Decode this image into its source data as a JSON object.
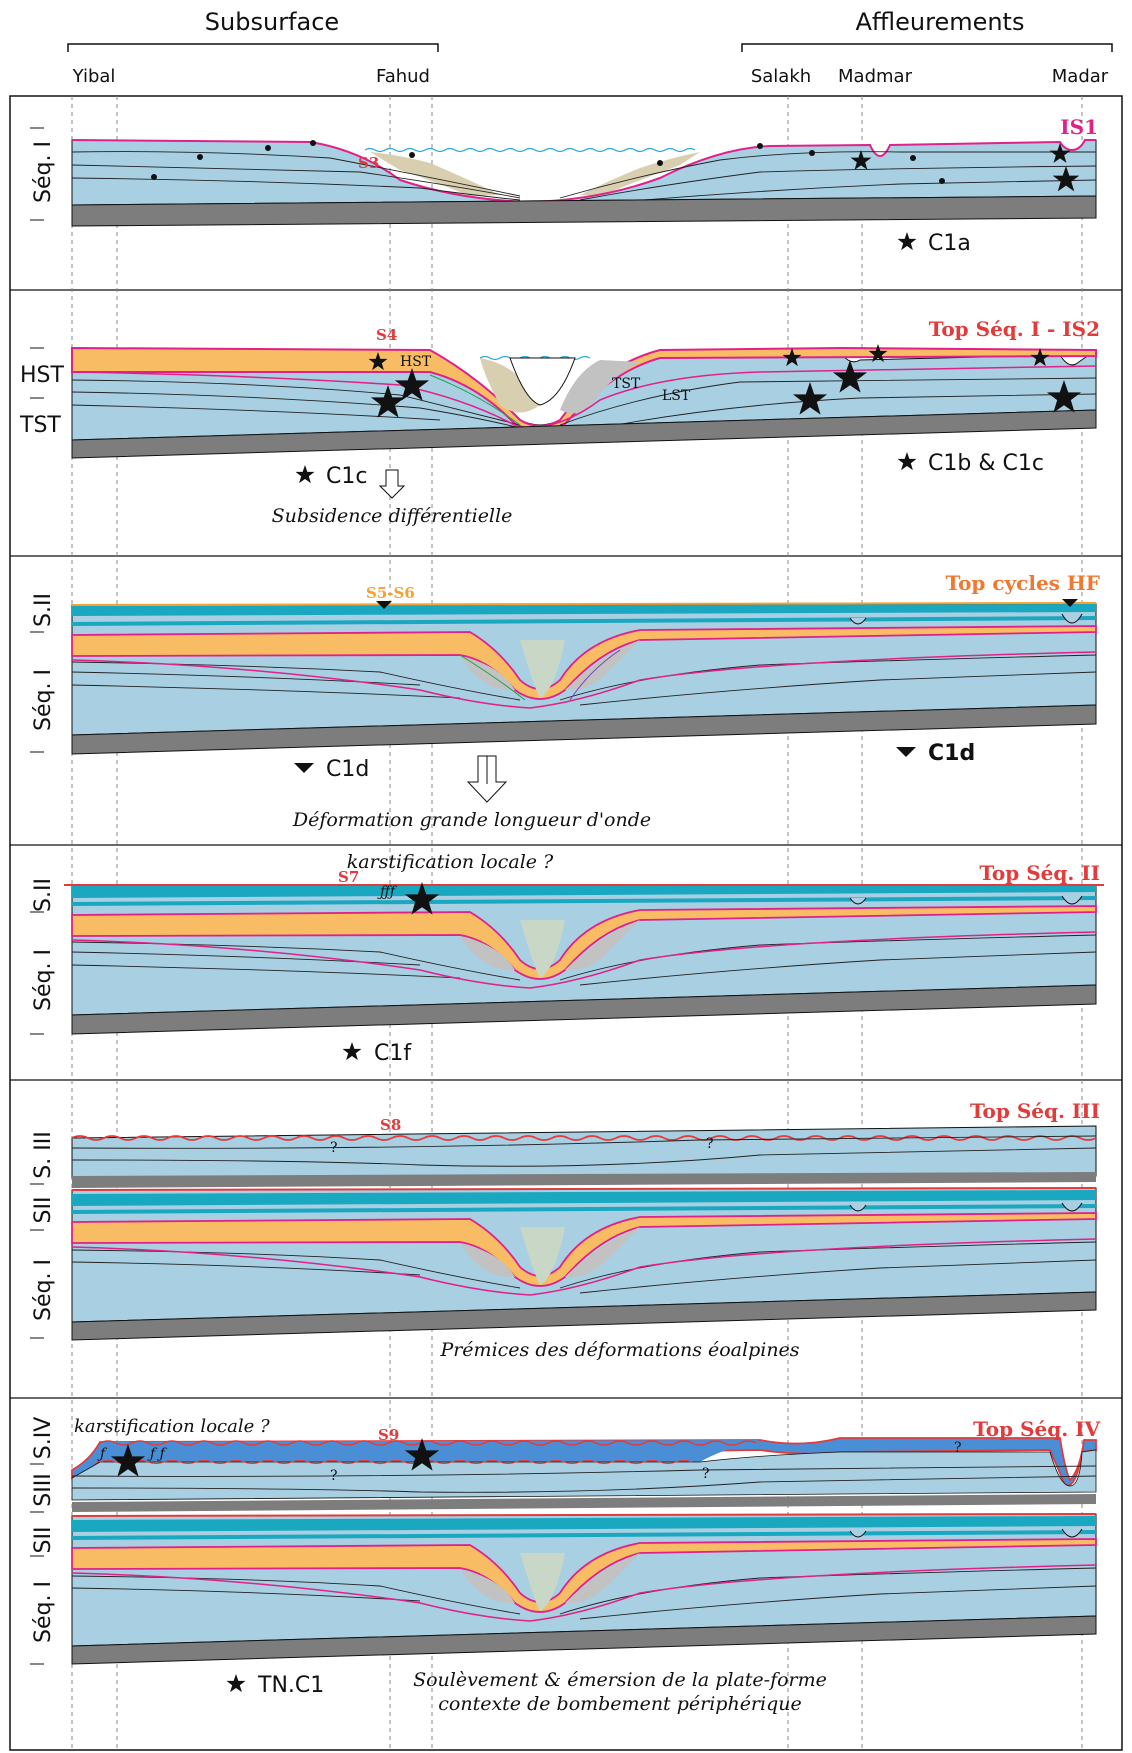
{
  "header": {
    "subsurface": "Subsurface",
    "outcrops": "Affleurements",
    "locations": [
      "Yibal",
      "Fahud",
      "Salakh",
      "Madmar",
      "Madar"
    ]
  },
  "panels": [
    {
      "seq_labels": [
        "Séq. I"
      ],
      "surface_label": "S3",
      "top_label": "IS1",
      "legend": "C1a"
    },
    {
      "seq_labels": [
        "HST",
        "TST"
      ],
      "surface_label": "S4",
      "top_label": "Top Séq. I - IS2",
      "legend_left": "C1c",
      "legend_right": "C1b & C1c",
      "caption": "Subsidence différentielle",
      "inner_labels": [
        "HST",
        "TST",
        "LST"
      ]
    },
    {
      "seq_labels": [
        "S.II",
        "Séq. I"
      ],
      "surface_label": "S5-S6",
      "top_label": "Top cycles HF",
      "legend_left": "C1d",
      "legend_right": "C1d",
      "caption": "Déformation grande longueur d'onde"
    },
    {
      "seq_labels": [
        "S.II",
        "Séq. I"
      ],
      "surface_label": "S7",
      "top_label": "Top Séq. II",
      "note": "karstification locale ?",
      "legend": "C1f"
    },
    {
      "seq_labels": [
        "S. III",
        "SII",
        "Séq. I"
      ],
      "surface_label": "S8",
      "top_label": "Top Séq. III",
      "caption": "Prémices des déformations éoalpines"
    },
    {
      "seq_labels": [
        "S.IV",
        "SIII",
        "SII",
        "Séq. I"
      ],
      "surface_label": "S9",
      "top_label": "Top Séq. IV",
      "note": "karstification locale ?",
      "legend": "TN.C1",
      "caption_line1": "Soulèvement & émersion de la plate-forme",
      "caption_line2": "contexte de bombement périphérique"
    }
  ],
  "colors": {
    "blue": "#a9cfe3",
    "orange": "#f8bd64",
    "beige": "#d8cfb0",
    "gray": "#c2c2c2",
    "teal": "#1aa7c0",
    "darkblue": "#4a8fd6",
    "pink": "#e0218a",
    "red": "#e23b3b",
    "base": "#808080"
  }
}
